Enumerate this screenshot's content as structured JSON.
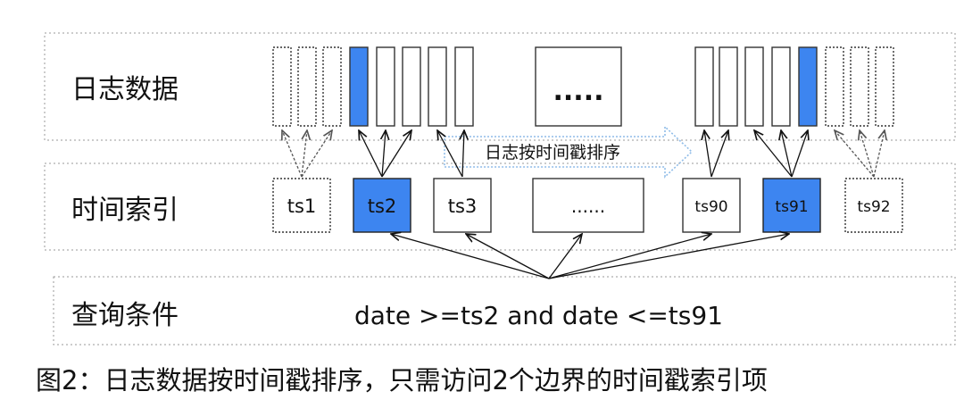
{
  "rows": {
    "log_data": {
      "label": "日志数据"
    },
    "time_index": {
      "label": "时间索引"
    },
    "query": {
      "label": "查询条件",
      "condition": "date >=ts2 and date <=ts91"
    }
  },
  "log_gap_label": ".....",
  "index_gap_label": "......",
  "sort_arrow_label": "日志按时间戳排序",
  "index_boxes": [
    {
      "label": "ts1",
      "state": "out-of-range"
    },
    {
      "label": "ts2",
      "state": "matched"
    },
    {
      "label": "ts3",
      "state": "in-range"
    },
    {
      "label": "ts90",
      "state": "in-range"
    },
    {
      "label": "ts91",
      "state": "matched"
    },
    {
      "label": "ts92",
      "state": "out-of-range"
    }
  ],
  "caption": "图2：日志数据按时间戳排序，只需访问2个边界的时间戳索引项",
  "colors": {
    "highlight": "#3d85f0",
    "dotted_frame": "#9a9a9a",
    "sort_arrow": "#8fbce8",
    "text": "#111111"
  }
}
